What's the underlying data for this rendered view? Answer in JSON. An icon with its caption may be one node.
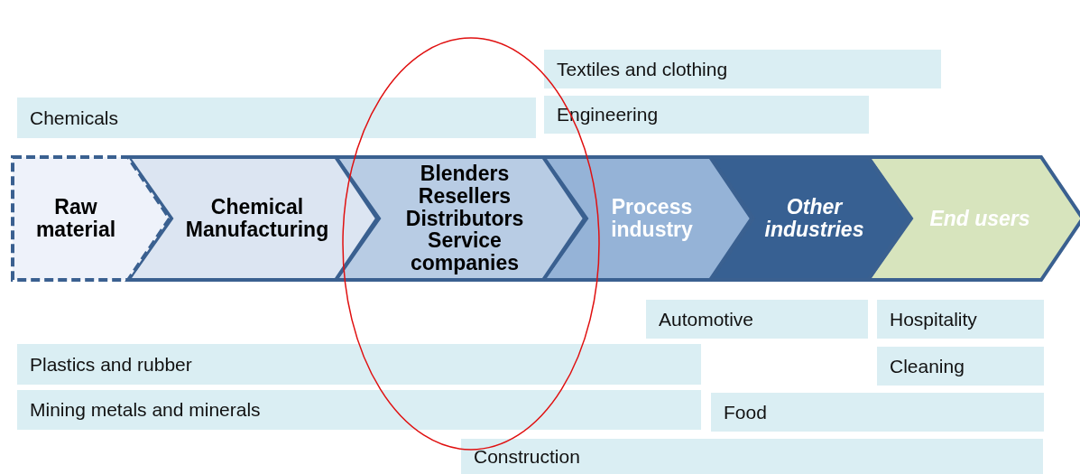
{
  "diagram": {
    "nodes": [
      {
        "text": [
          "Textiles and clothing"
        ]
      },
      {
        "text": [
          "Engineering"
        ]
      },
      {
        "text": [
          "Chemicals"
        ]
      },
      {
        "text": [
          "Raw material"
        ]
      },
      {
        "text": [
          "Chemical Manufacturing"
        ]
      },
      {
        "text": [
          "Blenders",
          "Resellers",
          "Distributors",
          "Service companies"
        ]
      },
      {
        "text": [
          "Process industry"
        ]
      },
      {
        "text": [
          "Other industries"
        ]
      },
      {
        "text": [
          "End users"
        ]
      },
      {
        "text": [
          "Automotive"
        ]
      },
      {
        "text": [
          "Hospitality"
        ]
      },
      {
        "text": [
          "Plastics and rubber"
        ]
      },
      {
        "text": [
          "Cleaning"
        ]
      },
      {
        "text": [
          "Mining metals and minerals"
        ]
      },
      {
        "text": [
          "Food"
        ]
      },
      {
        "text": [
          "Construction"
        ]
      }
    ]
  }
}
